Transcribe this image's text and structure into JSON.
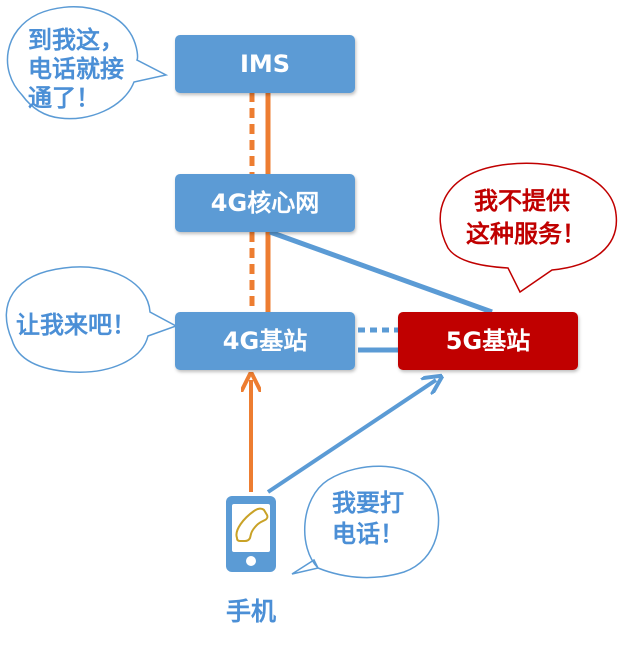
{
  "nodes": {
    "ims": "IMS",
    "core_4g": "4G核心网",
    "base_4g": "4G基站",
    "base_5g": "5G基站",
    "phone": "手机"
  },
  "bubbles": {
    "ims_lines": [
      "到我这，",
      "电话就接",
      "通了！"
    ],
    "base4g_lines": [
      "让我来吧！"
    ],
    "base5g_lines": [
      "我不提供",
      "这种服务！"
    ],
    "phone_lines": [
      "我要打",
      "电话！"
    ]
  },
  "colors": {
    "blue_box": "#5b9bd5",
    "red_box": "#c00000",
    "orange_line": "#ed7d31",
    "blue_line": "#5b9bd5",
    "blue_text": "#4b8fd6",
    "red_text": "#c00000"
  },
  "icons": {
    "phone": "phone-handset-icon"
  }
}
